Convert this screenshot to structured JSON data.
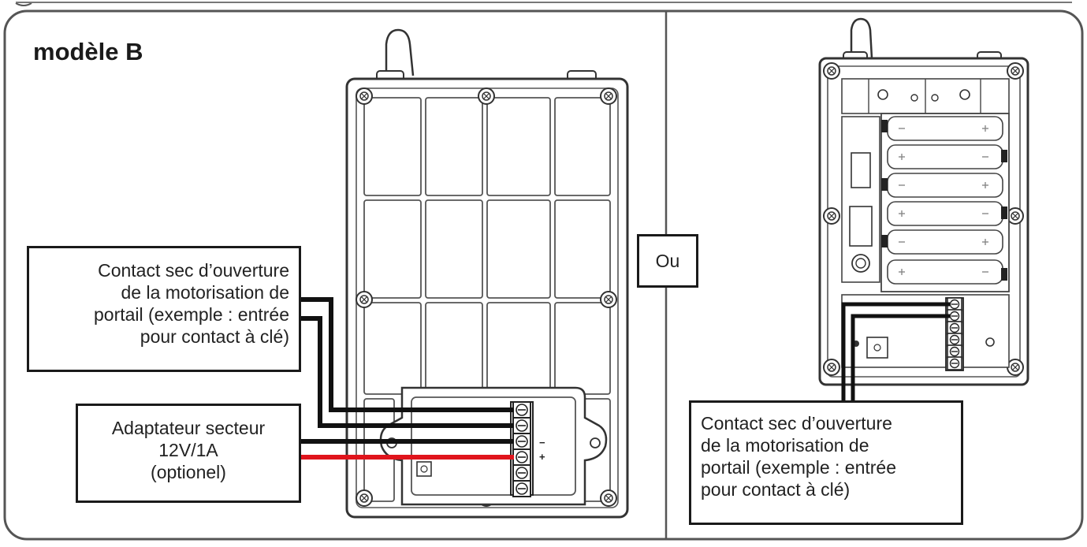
{
  "panel_title": "modèle B",
  "separator_label": "Ou",
  "left_contact_label": [
    "Contact sec d’ouverture",
    "de la motorisation de",
    "portail (exemple : entrée",
    "pour contact à clé)"
  ],
  "adapter_label": [
    "Adaptateur secteur",
    "12V/1A",
    "(optionel)"
  ],
  "right_contact_label": [
    "Contact sec d’ouverture",
    "de la motorisation de",
    "portail (exemple : entrée",
    "pour contact à clé)"
  ],
  "terminal_symbols": [
    "+",
    "−"
  ],
  "colors": {
    "wire": "#111111",
    "power_wire": "#e0141c",
    "outline": "#2a2a2a",
    "panel_border": "#555555"
  }
}
